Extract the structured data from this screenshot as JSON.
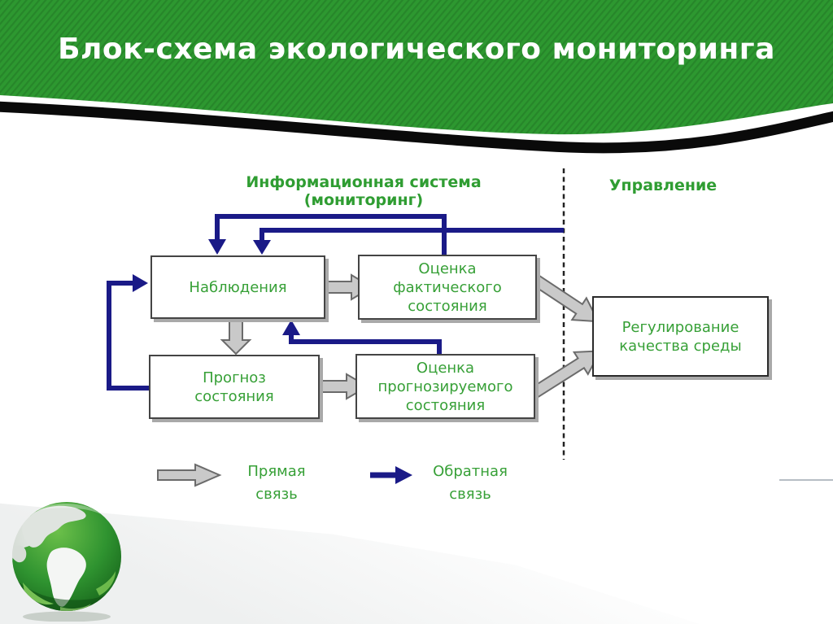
{
  "slide": {
    "title": "Блок-схема экологического мониторинга"
  },
  "diagram": {
    "section_labels": {
      "info_system": "Информационная система\n(мониторинг)",
      "management": "Управление"
    },
    "boxes": {
      "observations": "Наблюдения",
      "forecast": "Прогноз\nсостояния",
      "assessment_actual": "Оценка\nфактического\nсостояния",
      "assessment_forecast": "Оценка\nпрогнозируемого\nсостояния",
      "regulation": "Регулирование\nкачества среды"
    },
    "legend": {
      "direct": "Прямая\nсвязь",
      "feedback": "Обратная\nсвязь"
    },
    "colors": {
      "banner_green": "#2d9830",
      "banner_stripe": "#27862a",
      "wave_black": "#0a0a0a",
      "text_green": "#37a037",
      "feedback_navy": "#1a1a87",
      "direct_gray_fill": "#c9c9c9",
      "direct_gray_stroke": "#6b6b6b",
      "box_border": "#444444",
      "box_shadow": "#a9a9a9"
    }
  }
}
